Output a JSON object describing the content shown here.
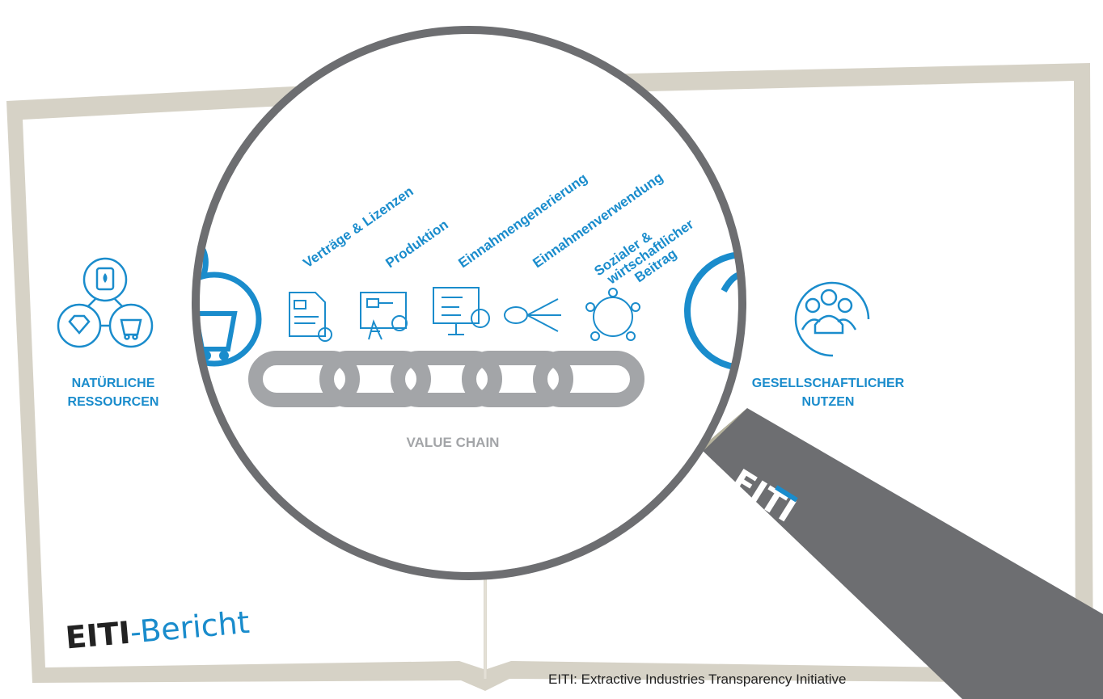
{
  "left_panel": {
    "resources_line1": "NATÜRLICHE",
    "resources_line2": "RESSOURCEN"
  },
  "right_panel": {
    "benefit_line1": "GESELLSCHAFTLICHER",
    "benefit_line2": "NUTZEN"
  },
  "value_chain": {
    "stages": [
      "Verträge & Lizenzen",
      "Produktion",
      "Einnahmengenerierung",
      "Einnahmenverwendung",
      "Sozialer &",
      "wirtschaftlicher",
      "Beitrag"
    ],
    "label": "VALUE CHAIN"
  },
  "report": {
    "logo_text": "EITI",
    "title_suffix": "-Bericht"
  },
  "magnifier": {
    "handle_logo": "EITI"
  },
  "footer": {
    "caption": "EITI: Extractive Industries Transparency Initiative"
  },
  "colors": {
    "accent": "#1a8ccc",
    "chain": "#a3a5a8",
    "book_border": "#d6d2c6",
    "handle": "#6d6e71",
    "dark_text": "#222222"
  }
}
